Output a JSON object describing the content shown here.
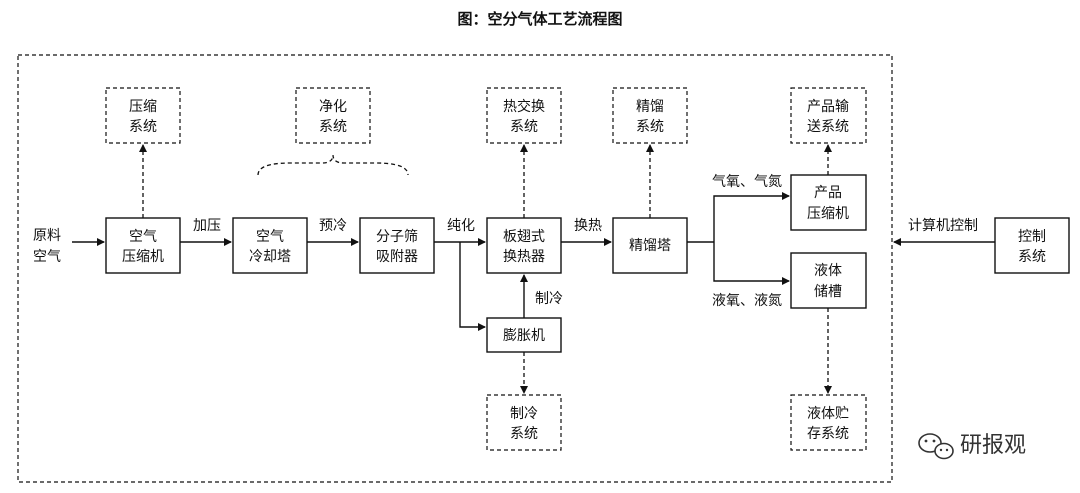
{
  "title": "图：空分气体工艺流程图",
  "nodes": {
    "raw_air": [
      "原料",
      "空气"
    ],
    "air_compressor": [
      "空气",
      "压缩机"
    ],
    "air_cooling_tower": [
      "空气",
      "冷却塔"
    ],
    "molecular_sieve": [
      "分子筛",
      "吸附器"
    ],
    "plate_fin_exchanger": [
      "板翅式",
      "换热器"
    ],
    "expander": [
      "膨胀机"
    ],
    "distillation_tower": [
      "精馏塔"
    ],
    "product_compressor": [
      "产品",
      "压缩机"
    ],
    "liquid_tank": [
      "液体",
      "储槽"
    ],
    "control_system": [
      "控制",
      "系统"
    ]
  },
  "subsystems": {
    "compression": [
      "压缩",
      "系统"
    ],
    "purification": [
      "净化",
      "系统"
    ],
    "heat_exchange": [
      "热交换",
      "系统"
    ],
    "distillation": [
      "精馏",
      "系统"
    ],
    "product_transport": [
      "产品输",
      "送系统"
    ],
    "refrigeration": [
      "制冷",
      "系统"
    ],
    "liquid_storage": [
      "液体贮",
      "存系统"
    ]
  },
  "edge_labels": {
    "pressurize": "加压",
    "precool": "预冷",
    "purify": "纯化",
    "heat_exchange": "换热",
    "refrigerate": "制冷",
    "gas_products": "气氧、气氮",
    "liquid_products": "液氧、液氮",
    "computer_control": "计算机控制"
  },
  "watermark": "研报观"
}
